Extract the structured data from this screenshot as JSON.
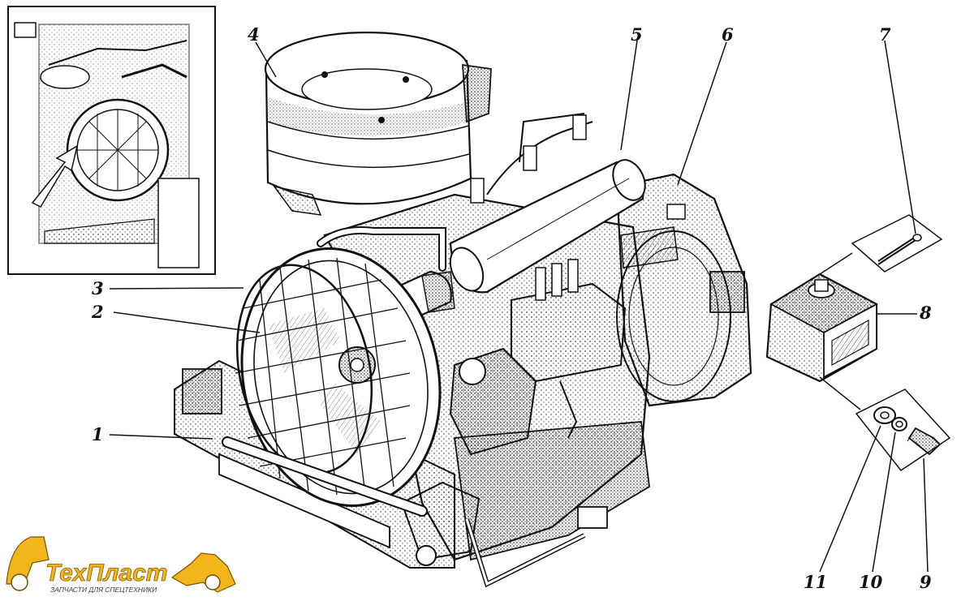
{
  "callouts": {
    "c1": "1",
    "c2": "2",
    "c3": "3",
    "c4": "4",
    "c5": "5",
    "c6": "6",
    "c7": "7",
    "c8": "8",
    "c9": "9",
    "c10": "10",
    "c11": "11"
  },
  "logo": {
    "name": "ТехПласт",
    "tagline": "ЗАПЧАСТИ ДЛЯ СПЕЦТЕХНИКИ",
    "brand_color": "#f2b51c"
  },
  "inset": {
    "icon": "tractor-hood-inset-icon"
  },
  "colors": {
    "line": "#111111",
    "paper": "#ffffff"
  }
}
